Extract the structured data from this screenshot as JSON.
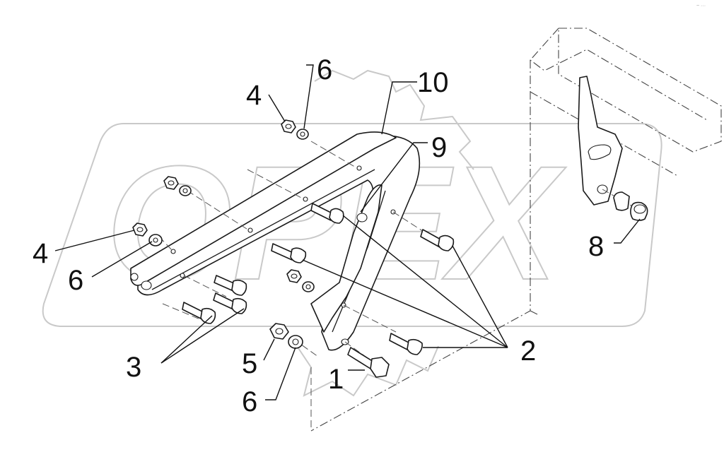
{
  "watermark": {
    "text": "OPEX"
  },
  "corner_mark": "~ ···",
  "callouts": [
    {
      "id": "c1",
      "text": "1"
    },
    {
      "id": "c2",
      "text": "2"
    },
    {
      "id": "c3",
      "text": "3"
    },
    {
      "id": "c4a",
      "text": "4"
    },
    {
      "id": "c4b",
      "text": "4"
    },
    {
      "id": "c5",
      "text": "5"
    },
    {
      "id": "c6a",
      "text": "6"
    },
    {
      "id": "c6b",
      "text": "6"
    },
    {
      "id": "c6c",
      "text": "6"
    },
    {
      "id": "c8",
      "text": "8"
    },
    {
      "id": "c9",
      "text": "9"
    },
    {
      "id": "c10",
      "text": "10"
    }
  ]
}
